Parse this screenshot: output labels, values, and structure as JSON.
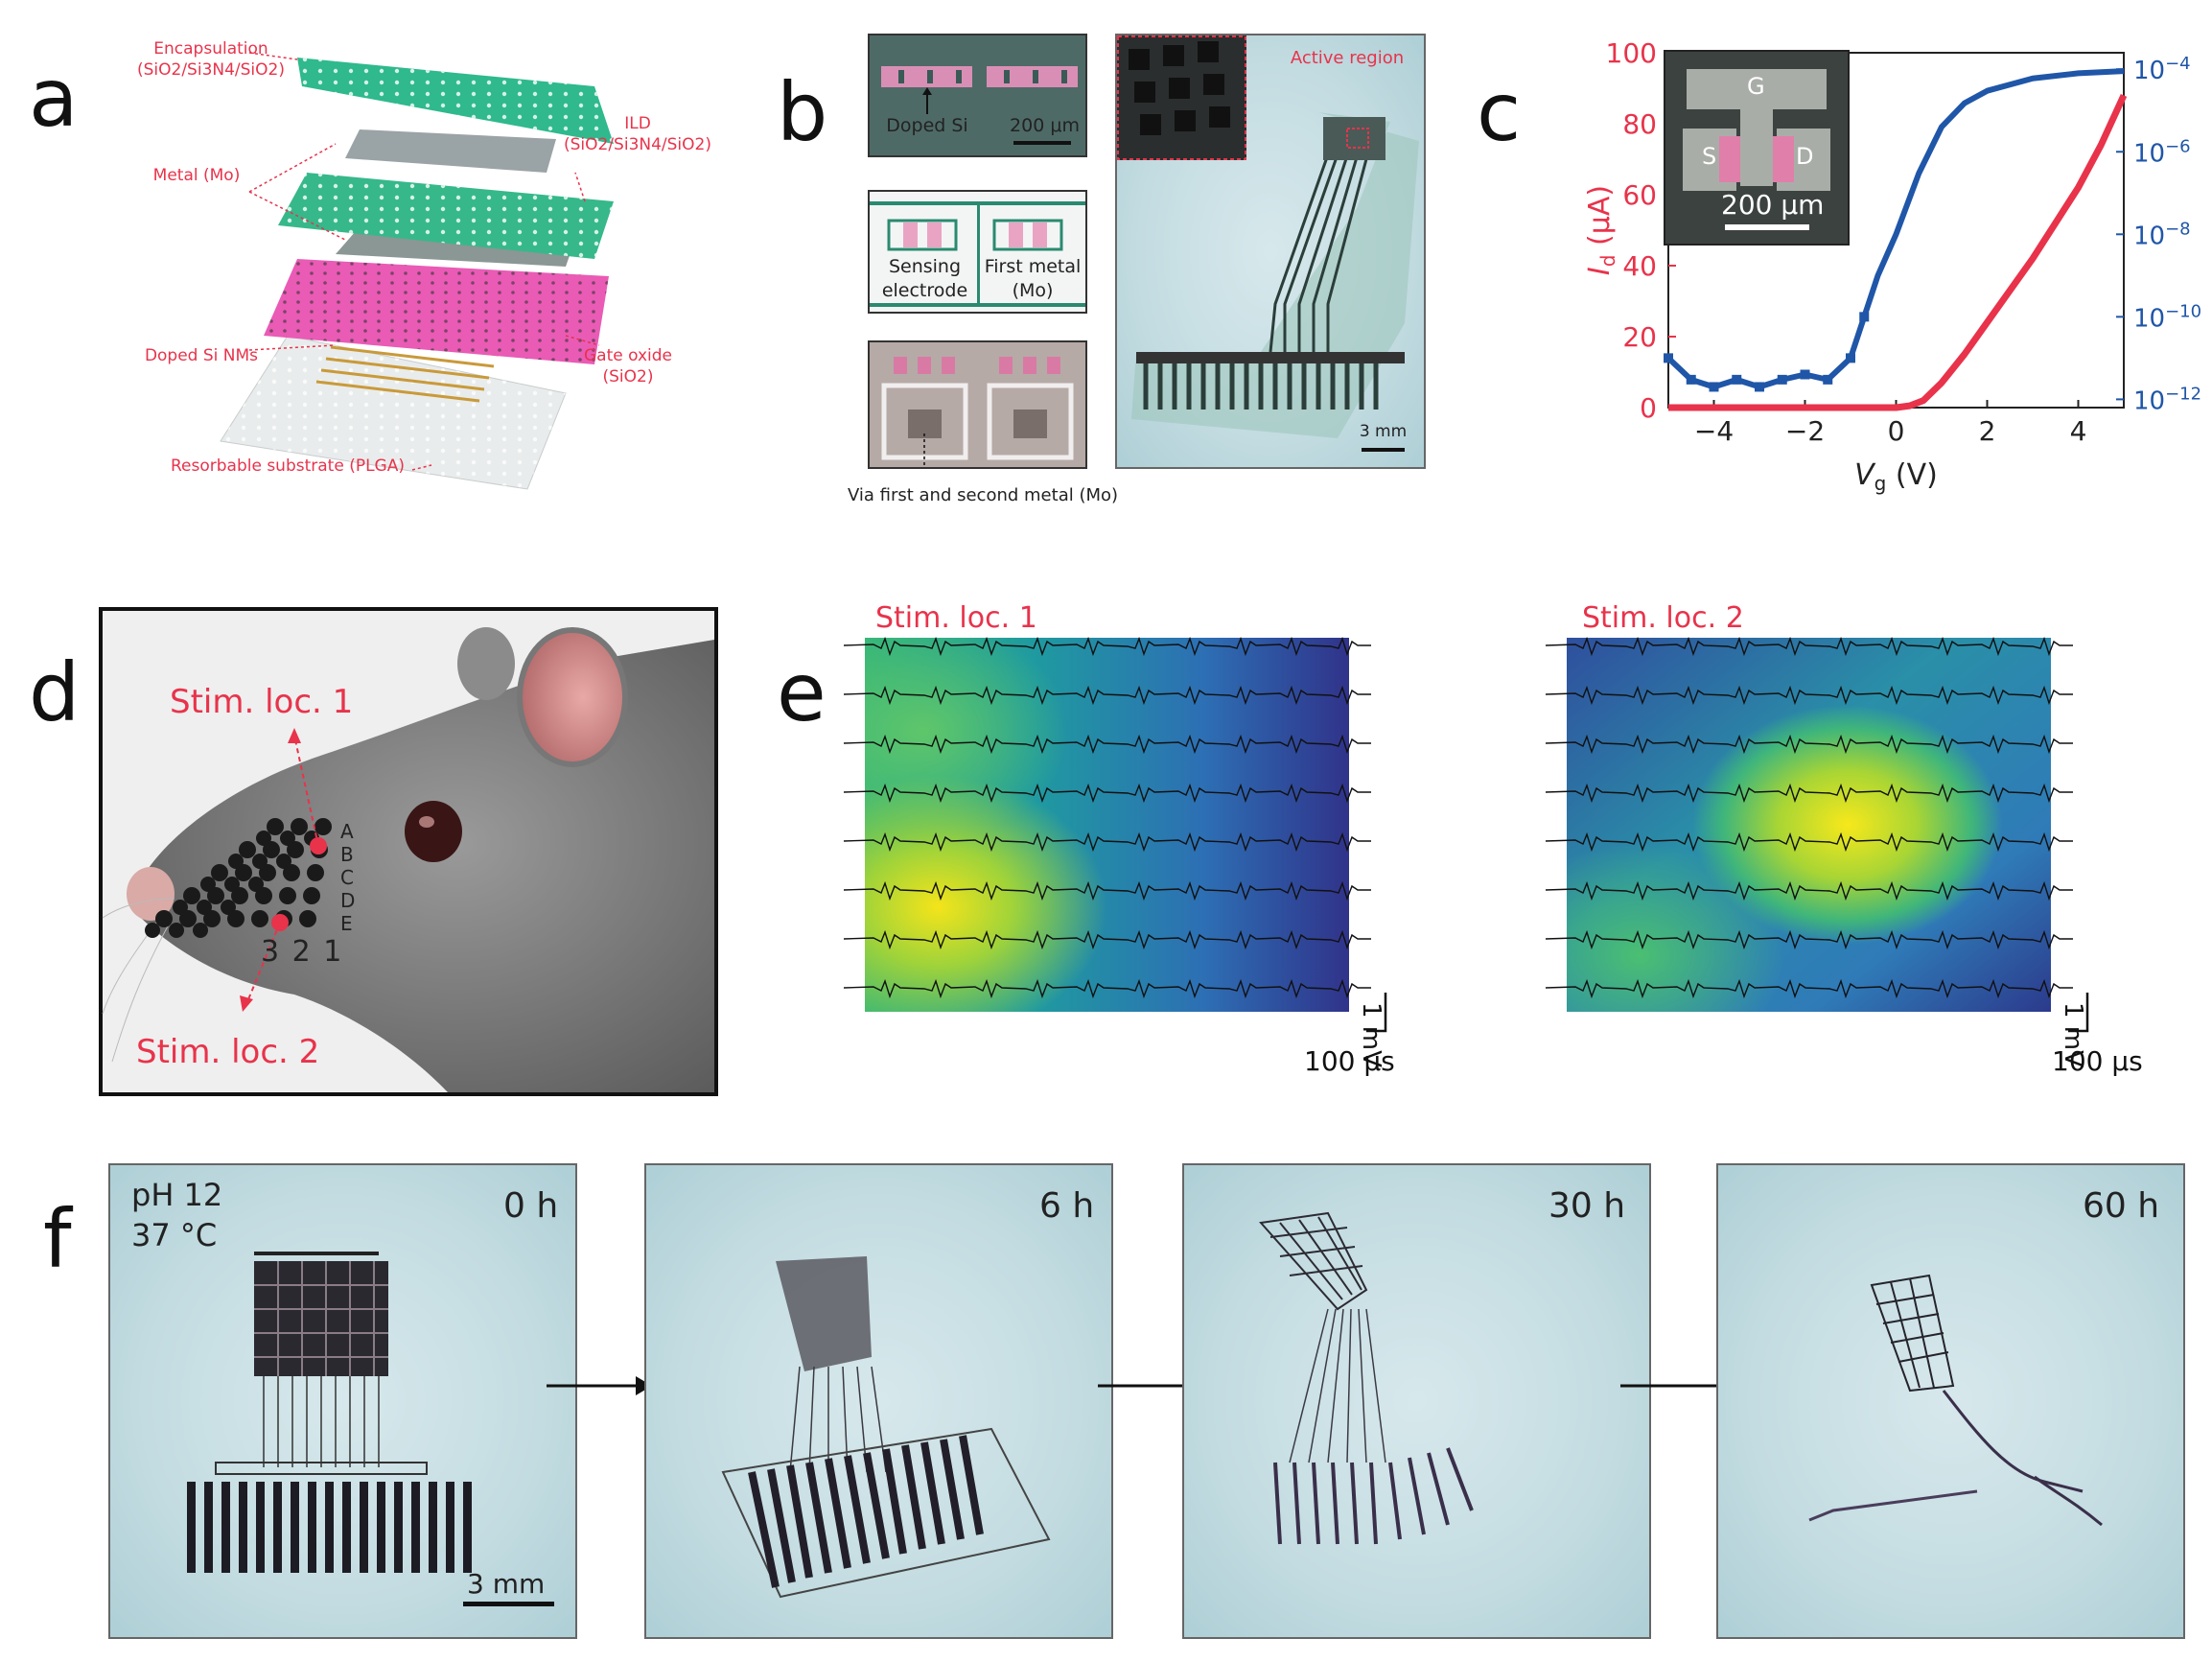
{
  "panels": {
    "a": {
      "letter": "a",
      "labels": {
        "encapsulation_1": "Encapsulation",
        "encapsulation_2": "(SiO2/Si3N4/SiO2)",
        "ild_1": "ILD",
        "ild_2": "(SiO2/Si3N4/SiO2)",
        "metal": "Metal (Mo)",
        "doped_si": "Doped Si NMs",
        "gate_oxide_1": "Gate oxide",
        "gate_oxide_2": "(SiO2)",
        "substrate": "Resorbable substrate (PLGA)"
      }
    },
    "b": {
      "letter": "b",
      "labels": {
        "doped_si": "Doped Si",
        "scale_200": "200 μm",
        "sensing_1": "Sensing",
        "sensing_2": "electrode",
        "first_metal_1": "First metal",
        "first_metal_2": "(Mo)",
        "via": "Via first and second metal (Mo)",
        "active_region": "Active region",
        "scale_3mm": "3 mm"
      }
    },
    "c": {
      "letter": "c",
      "inset": {
        "g": "G",
        "s": "S",
        "d": "D",
        "scale": "200 μm"
      }
    },
    "d": {
      "letter": "d",
      "stim1": "Stim. loc. 1",
      "stim2": "Stim. loc. 2",
      "rows": [
        "A",
        "B",
        "C",
        "D",
        "E"
      ],
      "cols": "3 2 1"
    },
    "e": {
      "letter": "e",
      "left_title": "Stim. loc. 1",
      "right_title": "Stim. loc. 2",
      "scale_v": "1 mV",
      "scale_t": "100 μs"
    },
    "f": {
      "letter": "f",
      "condition_1": "pH 12",
      "condition_2": "37 °C",
      "scale": "3 mm",
      "times": [
        "0 h",
        "6 h",
        "30 h",
        "60 h"
      ]
    }
  },
  "chart_data": {
    "type": "line",
    "xlabel": "Vg (V)",
    "ylabel": "Id (μA)",
    "xlim": [
      -5,
      5
    ],
    "ylim": [
      0,
      100
    ],
    "x_ticks": [
      -4,
      -2,
      0,
      2,
      4
    ],
    "y_ticks": [
      0,
      20,
      40,
      60,
      80,
      100
    ],
    "y2_scale": "log",
    "y2_ticks": [
      "10-12",
      "10-10",
      "10-8",
      "10-6",
      "10-4"
    ],
    "series": [
      {
        "axis": "left",
        "color": "#e8334b",
        "scale": "linear",
        "x": [
          -5,
          -4,
          -3,
          -2,
          -1,
          0,
          0.3,
          0.6,
          1,
          1.5,
          2,
          2.5,
          3,
          3.5,
          4,
          4.5,
          5
        ],
        "y": [
          0,
          0,
          0,
          0,
          0,
          0,
          0.5,
          2,
          7,
          15,
          24,
          33,
          42,
          52,
          62,
          74,
          88
        ]
      },
      {
        "axis": "right",
        "color": "#1f56a8",
        "scale": "log",
        "x": [
          -5,
          -4.5,
          -4,
          -3.5,
          -3,
          -2.5,
          -2,
          -1.5,
          -1,
          -0.7,
          -0.4,
          0,
          0.5,
          1,
          1.5,
          2,
          3,
          4,
          5
        ],
        "y": [
          1e-11,
          3e-12,
          2e-12,
          3e-12,
          2e-12,
          3e-12,
          4e-12,
          3e-12,
          1e-11,
          1e-10,
          1e-09,
          1e-08,
          3e-07,
          4e-06,
          1.5e-05,
          3e-05,
          6e-05,
          8e-05,
          9e-05
        ]
      }
    ]
  }
}
